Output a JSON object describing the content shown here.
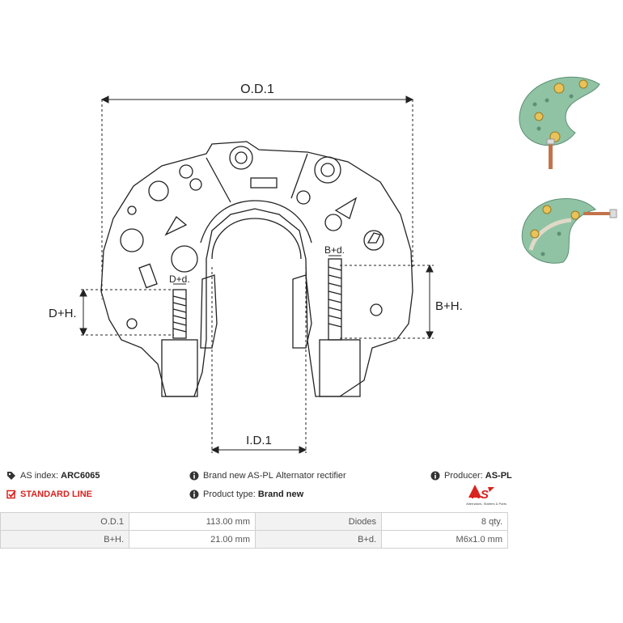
{
  "drawing": {
    "dimensions": {
      "od1": "O.D.1",
      "id1": "I.D.1",
      "dh": "D+H.",
      "bh": "B+H.",
      "dd": "D+d.",
      "bd": "B+d."
    }
  },
  "info": {
    "as_index_label": "AS index:",
    "as_index_value": "ARC6065",
    "line_label": "STANDARD LINE",
    "description_prefix": "Brand new AS-PL",
    "description_rest": "Alternator rectifier",
    "product_type_label": "Product type:",
    "product_type_value": "Brand new",
    "producer_label": "Producer:",
    "producer_value": "AS-PL"
  },
  "logo": {
    "text": "AS",
    "tagline": "Alternators, Starters & Parts",
    "color": "#d9231f"
  },
  "specs": [
    {
      "label1": "O.D.1",
      "value1": "113.00 mm",
      "label2": "Diodes",
      "value2": "8 qty."
    },
    {
      "label1": "B+H.",
      "value1": "21.00 mm",
      "label2": "B+d.",
      "value2": "M6x1.0 mm"
    }
  ],
  "colors": {
    "board": "#8fc3a4",
    "accent_red": "#d9231f"
  }
}
